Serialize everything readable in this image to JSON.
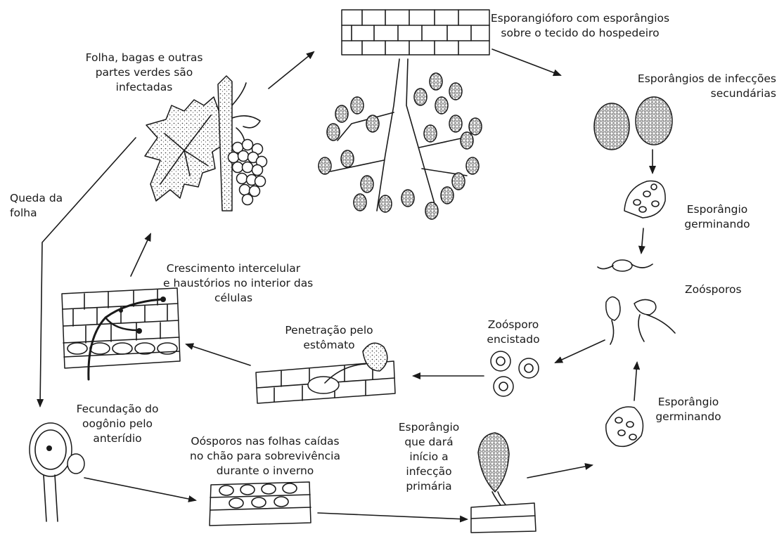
{
  "labels": {
    "leaf_infected": [
      "Folha, bagas e outras",
      "partes verdes são",
      "infectadas"
    ],
    "sporangiophore": [
      "Esporangióforo com esporângios",
      "sobre o tecido do hospedeiro"
    ],
    "secondary_sporangia": [
      "Esporângios de infecções",
      "secundárias"
    ],
    "germinating_sporangium_1": [
      "Esporângio",
      "germinando"
    ],
    "zoospores": [
      "Zoósporos"
    ],
    "leaf_fall": [
      "Queda da",
      "folha"
    ],
    "intercellular_growth": [
      "Crescimento intercelular",
      "e haustórios no interior das",
      "células"
    ],
    "stomata_penetration": [
      "Penetração pelo",
      "estômato"
    ],
    "encysted_zoospore": [
      "Zoósporo",
      "encistado"
    ],
    "oogonium_fertilization": [
      "Fecundação do",
      "oogônio pelo",
      "anterídio"
    ],
    "oospores_winter": [
      "Oósporos nas folhas caídas",
      "no chão para sobrevivência",
      "durante o inverno"
    ],
    "primary_sporangium": [
      "Esporângio",
      "que dará",
      "início a",
      "infecção",
      "primária"
    ],
    "germinating_sporangium_2": [
      "Esporângio",
      "germinando"
    ]
  }
}
